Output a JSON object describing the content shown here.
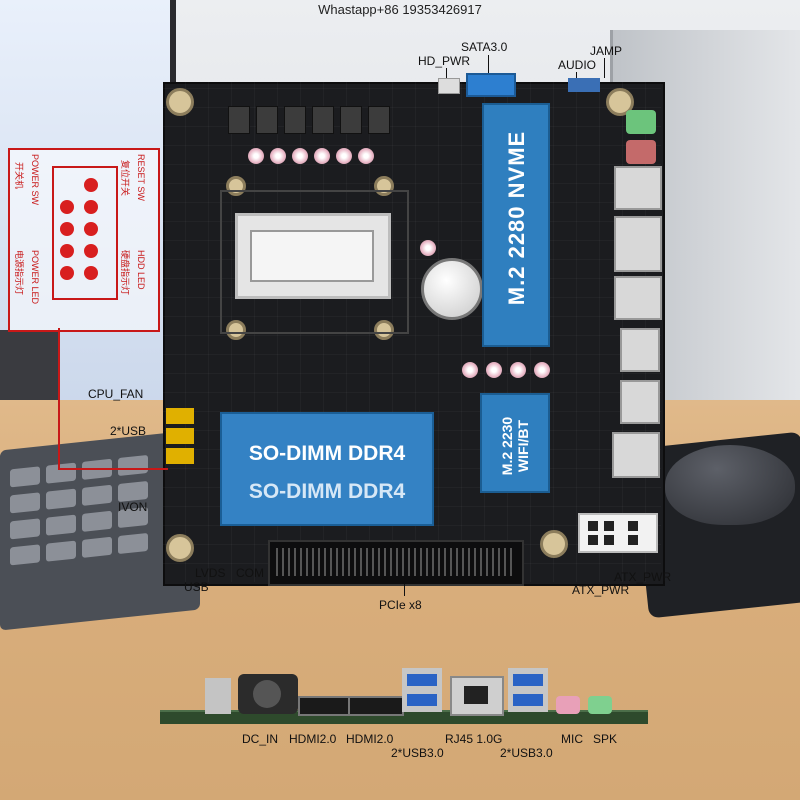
{
  "watermark": "Whastapp+86 19353426917",
  "board": {
    "nvme_label": "M.2 2280 NVME",
    "wifi_label_line1": "M.2 2230",
    "wifi_label_line2": "WIFI/BT",
    "dimm_label": "SO-DIMM DDR4",
    "dimm_label_reflection": "SO-DIMM DDR4"
  },
  "labels": {
    "sata": "SATA3.0",
    "hd_pwr": "HD_PWR",
    "jamp": "JAMP",
    "audio": "AUDIO",
    "cpu_fan": "CPU_FAN",
    "usb_header": "2*USB",
    "ivon": "IVON",
    "lvds": "LVDS",
    "com": "COM",
    "usb": "USB",
    "pcie": "PCIe x8",
    "atx_pwr_1": "ATX_PWR",
    "atx_pwr_2": "ATX_PWR"
  },
  "io_strip": {
    "dc_in": "DC_IN",
    "hdmi_1": "HDMI2.0",
    "hdmi_2": "HDMI2.0",
    "usb30_1": "2*USB3.0",
    "rj45": "RJ45 1.0G",
    "usb30_2": "2*USB3.0",
    "mic": "MIC",
    "spk": "SPK"
  },
  "front_panel": {
    "reset_sw": "RESET SW",
    "reset_sw_cn": "复位开关",
    "power_sw": "POWER SW",
    "power_sw_cn": "开关机",
    "hdd_led": "HDD LED",
    "hdd_led_cn": "硬盘指示灯",
    "power_led": "POWER LED",
    "power_led_cn": "电源指示灯"
  },
  "colors": {
    "pcb": "#1b1c1f",
    "card_blue": "#2f7fbf",
    "diagram_red": "#c81818"
  }
}
